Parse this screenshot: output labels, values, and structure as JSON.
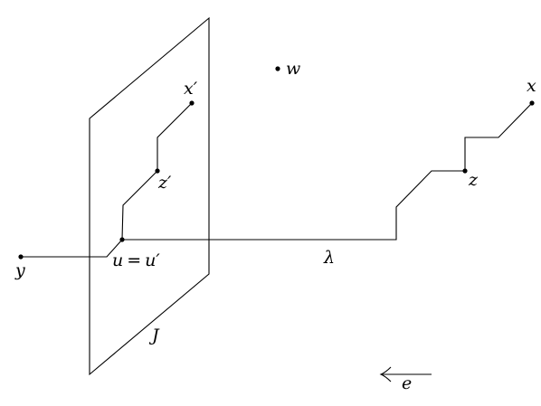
{
  "labels": {
    "w": "w",
    "x": "x",
    "x_prime": "x′",
    "z": "z",
    "z_prime": "z′",
    "u": "u",
    "equals": "=",
    "u_prime": "u′",
    "y": "y",
    "lambda": "λ",
    "J": "J",
    "e": "e"
  }
}
